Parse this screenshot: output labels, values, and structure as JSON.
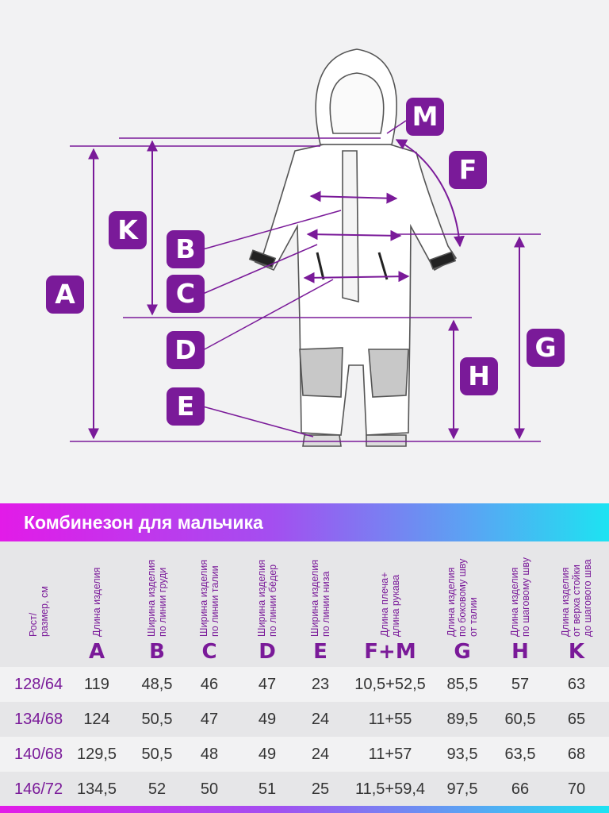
{
  "diagram": {
    "labels": [
      "A",
      "K",
      "B",
      "C",
      "D",
      "E",
      "M",
      "F",
      "G",
      "H"
    ],
    "colors": {
      "accent": "#7a1a99",
      "line": "#555555",
      "fill": "#c8c8c8"
    }
  },
  "table": {
    "title": "Комбинезон для мальчика",
    "columns": [
      {
        "lines": [
          "Рост/",
          "размер, см"
        ],
        "letter": ""
      },
      {
        "lines": [
          "Длина изделия"
        ],
        "letter": "A"
      },
      {
        "lines": [
          "Ширина изделия",
          "по линии груди"
        ],
        "letter": "B"
      },
      {
        "lines": [
          "Ширина изделия",
          "по линии талии"
        ],
        "letter": "C"
      },
      {
        "lines": [
          "Ширина изделия",
          "по линии бёдер"
        ],
        "letter": "D"
      },
      {
        "lines": [
          "Ширина изделия",
          "по линии низа"
        ],
        "letter": "E"
      },
      {
        "lines": [
          "Длина плеча+",
          "длина рукава"
        ],
        "letter": "F+M"
      },
      {
        "lines": [
          "Длина изделия",
          "по боковому шву",
          "от талии"
        ],
        "letter": "G"
      },
      {
        "lines": [
          "Длина изделия",
          "по шаговому шву"
        ],
        "letter": "H"
      },
      {
        "lines": [
          "Длина изделия",
          "от верха стойки",
          "до шагового шва"
        ],
        "letter": "K"
      }
    ],
    "rows": [
      [
        "128/64",
        "119",
        "48,5",
        "46",
        "47",
        "23",
        "10,5+52,5",
        "85,5",
        "57",
        "63"
      ],
      [
        "134/68",
        "124",
        "50,5",
        "47",
        "49",
        "24",
        "11+55",
        "89,5",
        "60,5",
        "65"
      ],
      [
        "140/68",
        "129,5",
        "50,5",
        "48",
        "49",
        "24",
        "11+57",
        "93,5",
        "63,5",
        "68"
      ],
      [
        "146/72",
        "134,5",
        "52",
        "50",
        "51",
        "25",
        "11,5+59,4",
        "97,5",
        "66",
        "70"
      ]
    ]
  }
}
